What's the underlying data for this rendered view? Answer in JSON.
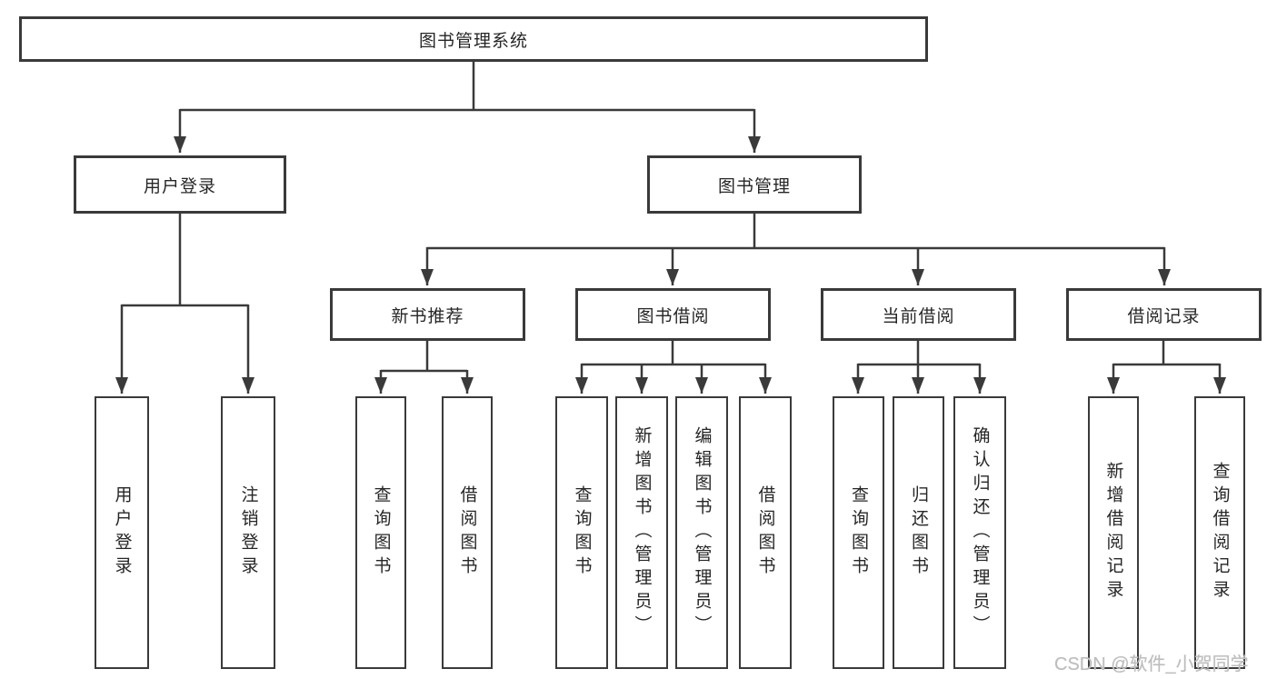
{
  "diagram": {
    "root": {
      "label": "图书管理系统"
    },
    "level2": [
      {
        "label": "用户登录"
      },
      {
        "label": "图书管理"
      }
    ],
    "level3": [
      {
        "label": "新书推荐"
      },
      {
        "label": "图书借阅"
      },
      {
        "label": "当前借阅"
      },
      {
        "label": "借阅记录"
      }
    ],
    "leaves": {
      "user_login": [
        "用户登录",
        "注销登录"
      ],
      "new_book_recommend": [
        "查询图书",
        "借阅图书"
      ],
      "book_borrow": [
        "查询图书",
        "新增图书（管理员）",
        "编辑图书（管理员）",
        "借阅图书"
      ],
      "current_borrow": [
        "查询图书",
        "归还图书",
        "确认归还（管理员）"
      ],
      "borrow_records": [
        "新增借阅记录",
        "查询借阅记录"
      ]
    },
    "line_color": "#3a3a3a",
    "box_background": "#ffffff",
    "text_color": "#262626"
  },
  "watermark": {
    "text": "CSDN @软件_小贺同学",
    "color": "#bdbdbd"
  }
}
